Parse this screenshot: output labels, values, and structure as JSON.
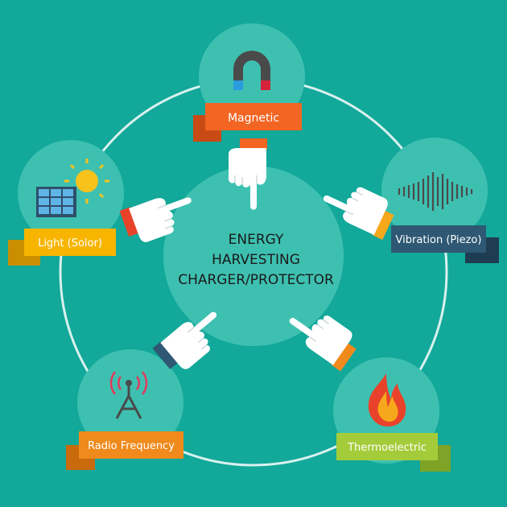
{
  "center": {
    "lines": [
      "ENERGY",
      "HARVESTING",
      "CHARGER/PROTECTOR"
    ]
  },
  "nodes": [
    {
      "key": "magnetic",
      "label": "Magnetic",
      "icon": "magnet-icon",
      "ribbon_color": "#f26522",
      "ribbon_shadow": "#c94a14",
      "cuff_color": "#f26522"
    },
    {
      "key": "vibration",
      "label": "Vibration (Piezo)",
      "icon": "sound-wave-icon",
      "ribbon_color": "#2e5873",
      "ribbon_shadow": "#1e3d52",
      "cuff_color": "#f7a71c"
    },
    {
      "key": "light",
      "label": "Light (Solor)",
      "icon": "solar-panel-icon",
      "ribbon_color": "#f7b500",
      "ribbon_shadow": "#c98f00",
      "cuff_color": "#e8432a"
    },
    {
      "key": "radio",
      "label": "Radio Frequency",
      "icon": "antenna-icon",
      "ribbon_color": "#f08a1c",
      "ribbon_shadow": "#c96b0c",
      "cuff_color": "#2e5873"
    },
    {
      "key": "thermo",
      "label": "Thermoelectric",
      "icon": "flame-icon",
      "ribbon_color": "#a4cc3a",
      "ribbon_shadow": "#7ea326",
      "cuff_color": "#f08a1c"
    }
  ],
  "colors": {
    "background": "#12a89a",
    "circle_fill": "#3ec0b1",
    "ring_stroke": "#d8f1ee"
  }
}
